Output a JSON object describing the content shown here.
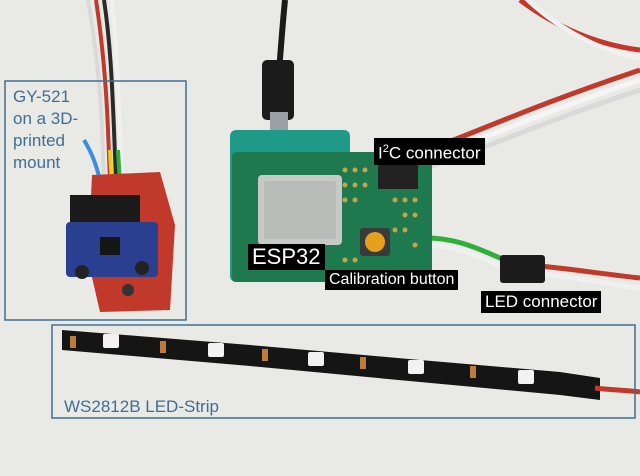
{
  "labels": {
    "gy521": [
      "GY-521",
      "on a 3D-",
      "printed",
      "mount"
    ],
    "i2c_prefix": "I",
    "i2c_sup": "2",
    "i2c_suffix": "C connector",
    "esp32": "ESP32",
    "calibration": "Calibration button",
    "led_connector": "LED connector",
    "led_strip": "WS2812B LED-Strip"
  },
  "colors": {
    "annotation_box": "#3e6f93",
    "pcb_green": "#1f9a88",
    "proto_board": "#1e7a4e",
    "mount_red": "#c0392b",
    "sensor_blue": "#2a3f8f",
    "led_strip": "#151515",
    "button_yellow": "#e5a11c"
  }
}
